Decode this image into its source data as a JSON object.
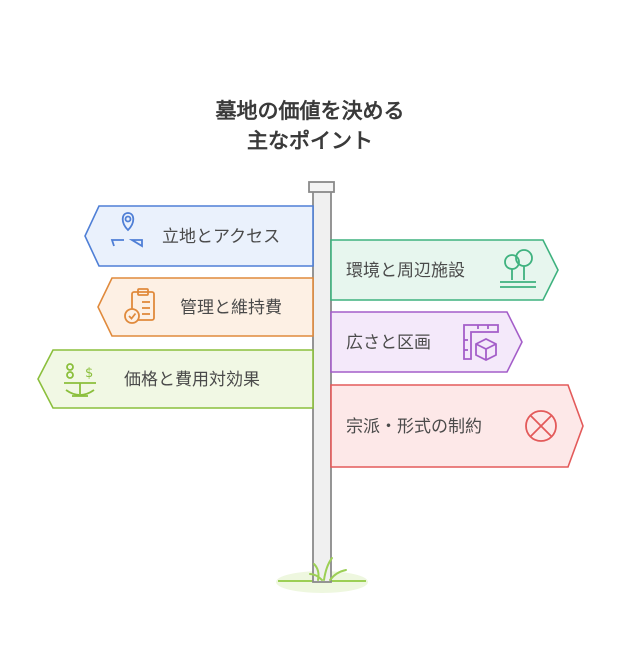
{
  "title": {
    "line1": "墓地の価値を決める",
    "line2": "主なポイント"
  },
  "signs": [
    {
      "label": "立地とアクセス",
      "side": "left",
      "icon": "location-pin-icon",
      "color": "#4f7fd6",
      "fill": "#eaf1fc"
    },
    {
      "label": "環境と周辺施設",
      "side": "right",
      "icon": "trees-icon",
      "color": "#3fb27f",
      "fill": "#e7f6ee"
    },
    {
      "label": "管理と維持費",
      "side": "left",
      "icon": "clipboard-check-icon",
      "color": "#e08a3c",
      "fill": "#fdf0e4"
    },
    {
      "label": "広さと区画",
      "side": "right",
      "icon": "ruler-box-icon",
      "color": "#a45ec9",
      "fill": "#f4e9fa"
    },
    {
      "label": "価格と費用対効果",
      "side": "left",
      "icon": "money-scale-icon",
      "color": "#8bbf3c",
      "fill": "#f1f8e4"
    },
    {
      "label": "宗派・形式の制約",
      "side": "right",
      "icon": "cross-circle-icon",
      "color": "#e35a5a",
      "fill": "#fde8e8"
    }
  ]
}
